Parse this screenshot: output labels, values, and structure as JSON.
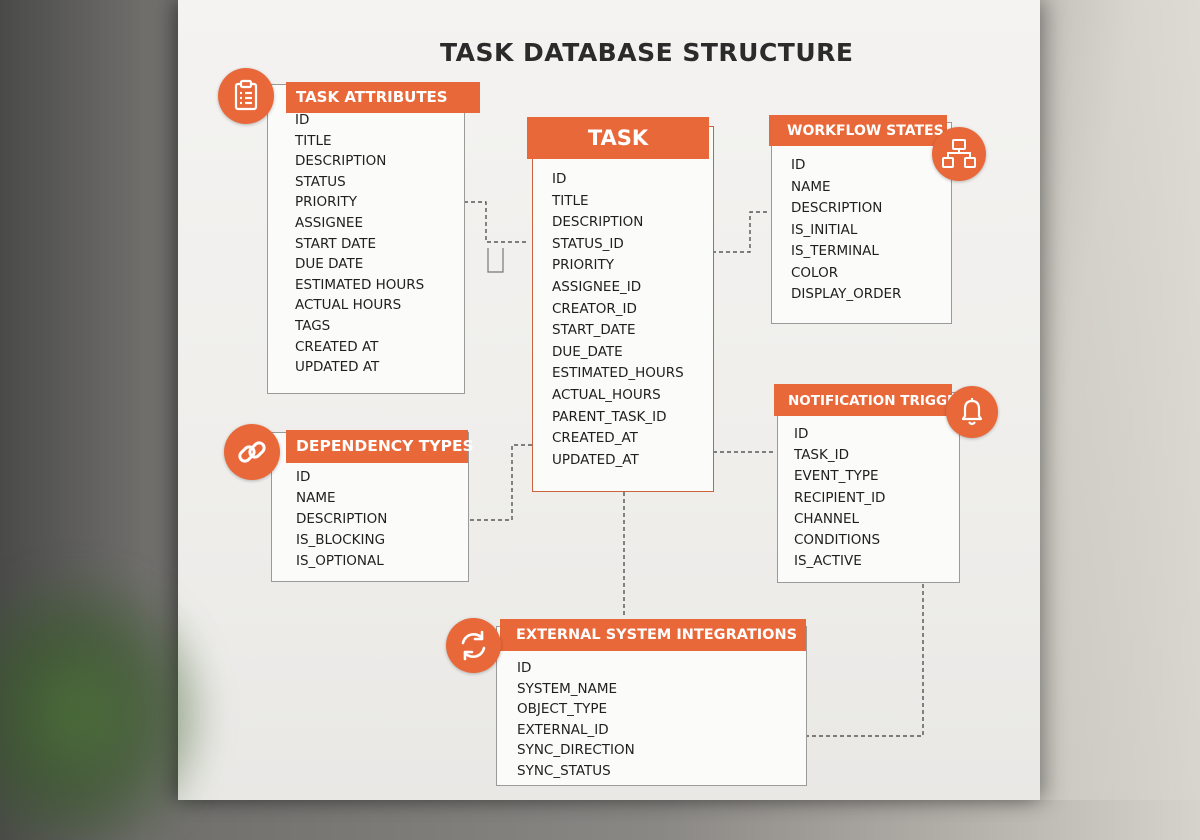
{
  "diagram_title": "TASK DATABASE STRUCTURE",
  "colors": {
    "accent": "#e8683a",
    "text": "#1f1f1f",
    "border": "#9a9a98"
  },
  "entities": {
    "task_attributes": {
      "title": "TASK ATTRIBUTES",
      "icon": "clipboard-icon",
      "fields": [
        "ID",
        "TITLE",
        "DESCRIPTION",
        "STATUS",
        "PRIORITY",
        "ASSIGNEE",
        "START DATE",
        "DUE DATE",
        "ESTIMATED HOURS",
        "ACTUAL HOURS",
        "TAGS",
        "CREATED AT",
        "UPDATED AT"
      ]
    },
    "task": {
      "title": "TASK",
      "fields": [
        "ID",
        "TITLE",
        "DESCRIPTION",
        "STATUS_ID",
        "PRIORITY",
        "ASSIGNEE_ID",
        "CREATOR_ID",
        "START_DATE",
        "DUE_DATE",
        "ESTIMATED_HOURS",
        "ACTUAL_HOURS",
        "PARENT_TASK_ID",
        "CREATED_AT",
        "UPDATED_AT"
      ]
    },
    "workflow_states": {
      "title": "WORKFLOW STATES",
      "icon": "workflow-hierarchy-icon",
      "fields": [
        "ID",
        "NAME",
        "DESCRIPTION",
        "IS_INITIAL",
        "IS_TERMINAL",
        "COLOR",
        "DISPLAY_ORDER"
      ]
    },
    "dependency_types": {
      "title": "DEPENDENCY TYPES",
      "icon": "chain-link-icon",
      "fields": [
        "ID",
        "NAME",
        "DESCRIPTION",
        "IS_BLOCKING",
        "IS_OPTIONAL"
      ]
    },
    "notification_triggers": {
      "title": "NOTIFICATION TRIGGERS",
      "icon": "bell-icon",
      "fields": [
        "ID",
        "TASK_ID",
        "EVENT_TYPE",
        "RECIPIENT_ID",
        "CHANNEL",
        "CONDITIONS",
        "IS_ACTIVE"
      ]
    },
    "external_system_integrations": {
      "title": "EXTERNAL SYSTEM INTEGRATIONS",
      "icon": "sync-arrows-icon",
      "fields": [
        "ID",
        "SYSTEM_NAME",
        "OBJECT_TYPE",
        "EXTERNAL_ID",
        "SYNC_DIRECTION",
        "SYNC_STATUS"
      ]
    }
  }
}
